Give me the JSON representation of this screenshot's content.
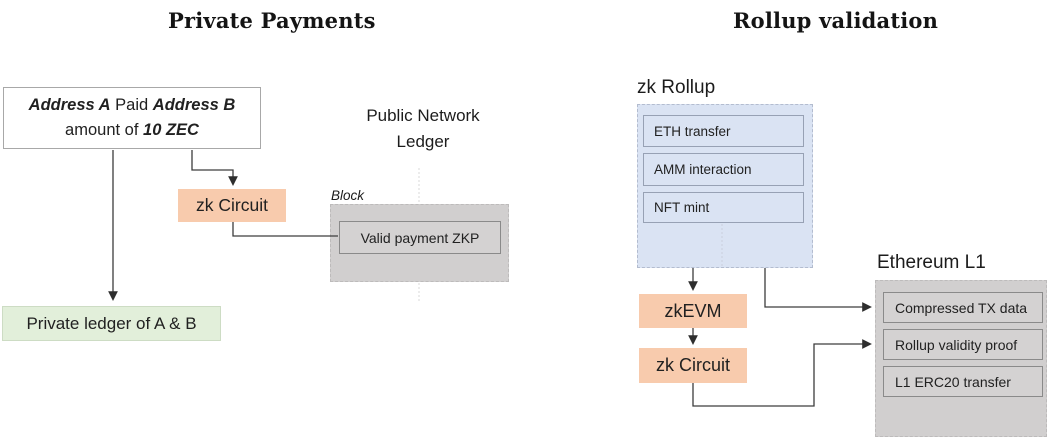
{
  "left": {
    "title": "Private Payments",
    "tx_box": {
      "line1_bold1": "Address A",
      "line1_plain": " Paid ",
      "line1_bold2": "Address B",
      "line2_plain": "amount of ",
      "line2_bold": "10 ZEC"
    },
    "public_ledger_line1": "Public Network",
    "public_ledger_line2": "Ledger",
    "zk_circuit_label": "zk Circuit",
    "block_label": "Block",
    "valid_payment_label": "Valid payment ZKP",
    "private_ledger_label": "Private ledger of A & B"
  },
  "right": {
    "title": "Rollup validation",
    "zk_rollup_label": "zk Rollup",
    "rollup_items": [
      "ETH transfer",
      "AMM interaction",
      "NFT mint"
    ],
    "zkevm_label": "zkEVM",
    "zk_circuit_label": "zk Circuit",
    "ethereum_label": "Ethereum L1",
    "l1_items": [
      "Compressed TX data",
      "Rollup validity proof",
      "L1 ERC20 transfer"
    ]
  },
  "colors": {
    "accent_orange": "#F8CBAD",
    "accent_blue": "#DAE3F3",
    "accent_green": "#E2EFDA",
    "accent_gray": "#D1CFCF",
    "wire": "#3d3d3d"
  }
}
